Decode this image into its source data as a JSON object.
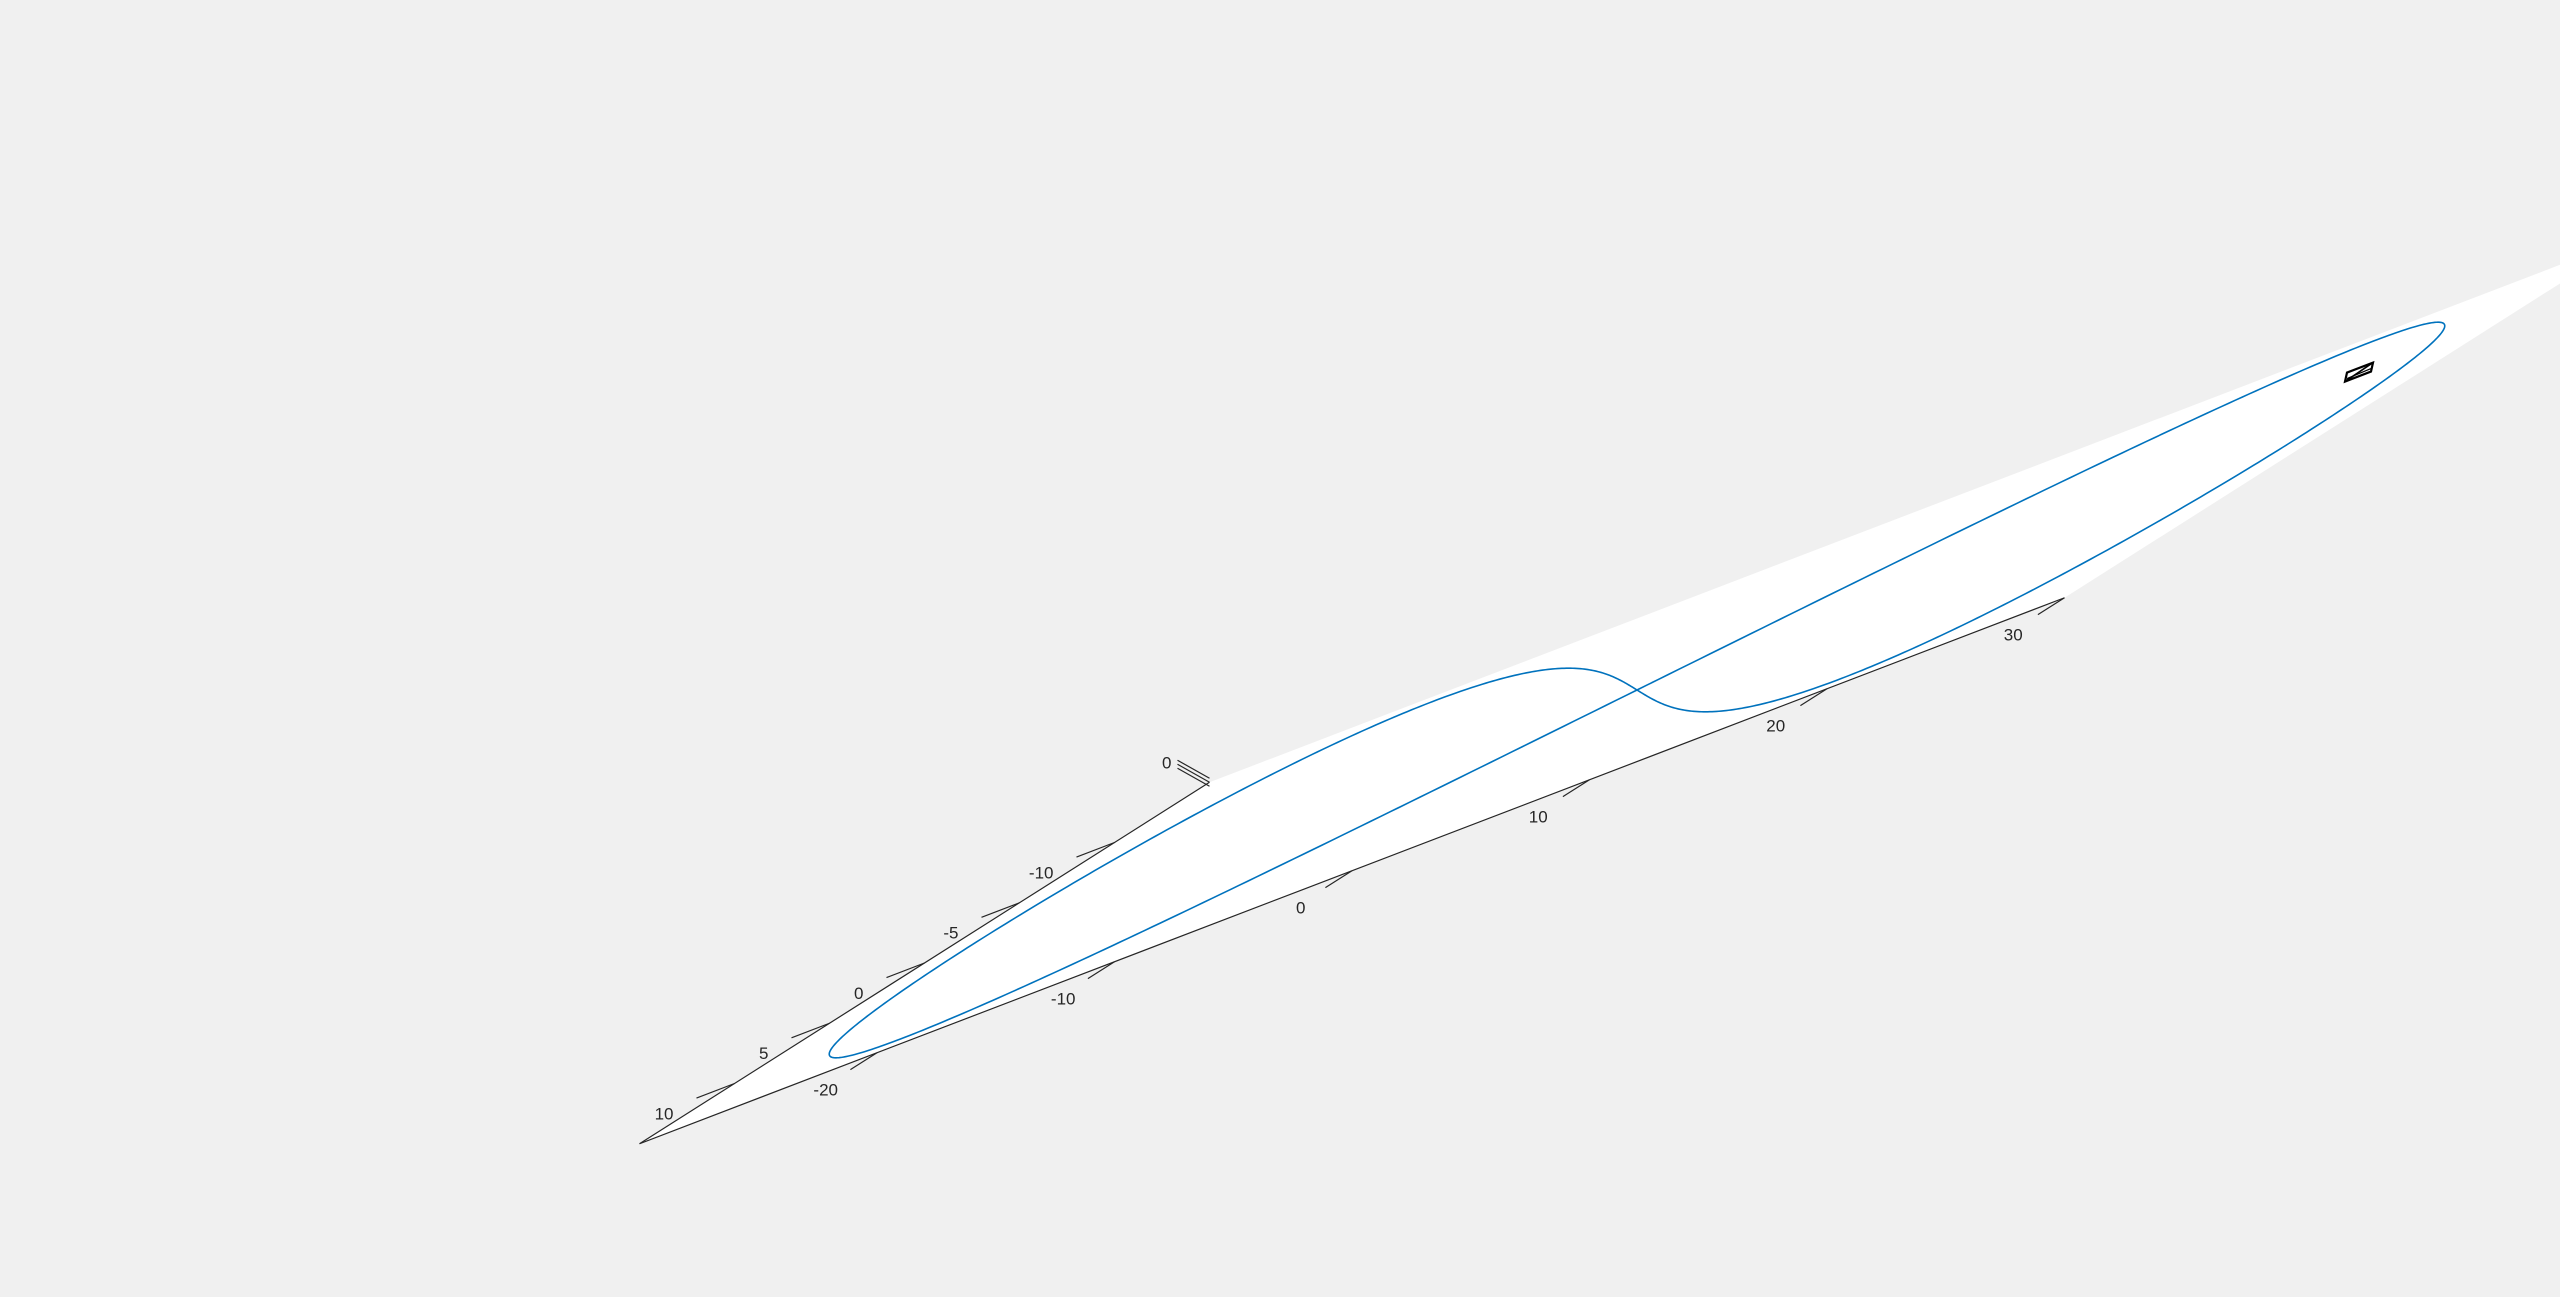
{
  "chart_data": {
    "type": "line",
    "projection": "3d",
    "title": "",
    "xlabel": "",
    "ylabel": "",
    "zlabel": "",
    "grid": false,
    "box": false,
    "xlim": [
      -30,
      30
    ],
    "ylim": [
      -15,
      15
    ],
    "zlim": [
      0,
      0
    ],
    "x_ticks": [
      -20,
      -10,
      0,
      10,
      20,
      30
    ],
    "x_tick_labels": [
      "-20",
      "-10",
      "0",
      "10",
      "20",
      "30"
    ],
    "y_ticks": [
      -10,
      -5,
      0,
      5,
      10
    ],
    "y_tick_labels": [
      "-10",
      "-5",
      "0",
      "5",
      "10"
    ],
    "z_ticks": [
      0
    ],
    "z_tick_labels": [
      "0"
    ],
    "series": [
      {
        "color": "#0072bd",
        "parametric": "figure-eight (lemniscate of Gerono) in the z = 0 plane",
        "x_amplitude": 28,
        "y_amplitude": 14,
        "z": 0
      }
    ],
    "marker": {
      "shape": "small black wireframe box (object model)",
      "color": "#000000",
      "x": 24.4,
      "y": -7.5,
      "z": 0
    }
  },
  "colors": {
    "figure_background": "#f0f0f0",
    "axes_background": "#ffffff",
    "axis_color": "#262626",
    "line_color": "#0072bd"
  }
}
